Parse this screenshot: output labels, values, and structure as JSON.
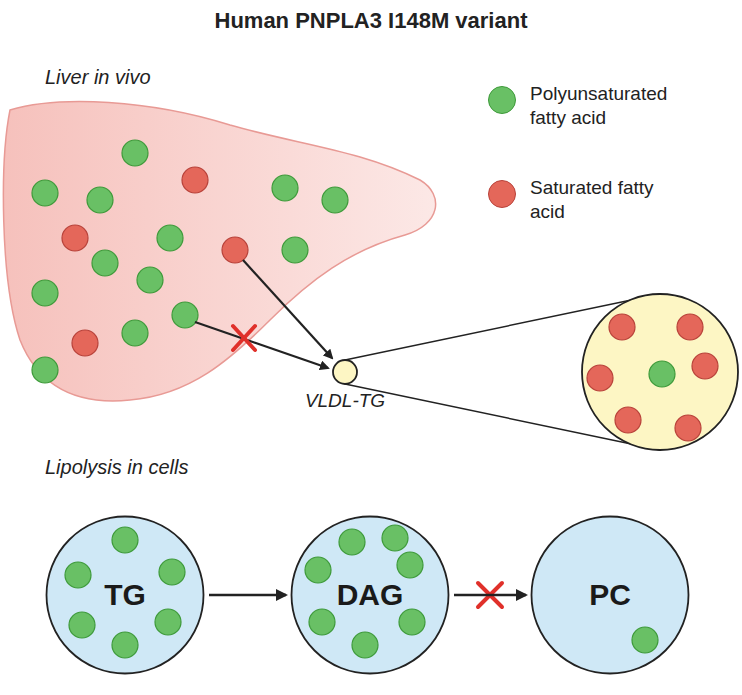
{
  "diagram": {
    "title": "Human PNPLA3 I148M variant",
    "nodes": [
      {
        "text": [
          "VLDL-TG"
        ]
      },
      {
        "text": [
          "TG"
        ]
      },
      {
        "text": [
          "DAG"
        ]
      },
      {
        "text": [
          "PC"
        ]
      }
    ],
    "edges": [
      {
        "from": 1,
        "to": 2,
        "arrow": "to"
      },
      {
        "from": 2,
        "to": 3,
        "arrow": "to"
      }
    ],
    "labels": [
      "Liver in vivo",
      "Lipolysis in cells"
    ],
    "legend": [
      {
        "text": "Polyunsaturated fatty acid",
        "color": "#69c065"
      },
      {
        "text": "Saturated fatty acid",
        "color": "#e4675a"
      }
    ]
  }
}
